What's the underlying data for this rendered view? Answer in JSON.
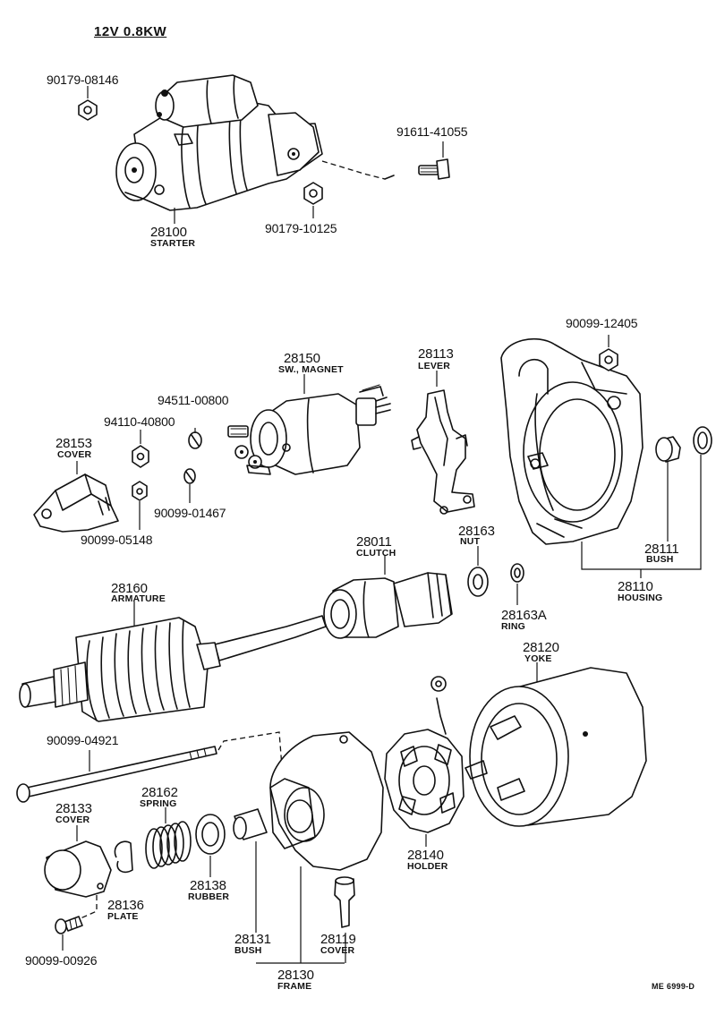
{
  "title": "12V 0.8KW",
  "footer_code": "ME 6999-D",
  "parts": {
    "p90179_08146": "90179-08146",
    "p91611_41055": "91611-41055",
    "p28100": "28100",
    "n28100": "STARTER",
    "p90179_10125": "90179-10125",
    "p90099_12405": "90099-12405",
    "p28150": "28150",
    "n28150": "SW., MAGNET",
    "p28113": "28113",
    "n28113": "LEVER",
    "p94511_00800": "94511-00800",
    "p94110_40800": "94110-40800",
    "p28153": "28153",
    "n28153": "COVER",
    "p90099_01467": "90099-01467",
    "p90099_05148": "90099-05148",
    "p28163": "28163",
    "n28163": "NUT",
    "p28011": "28011",
    "n28011": "CLUTCH",
    "p28111": "28111",
    "n28111": "BUSH",
    "p28110": "28110",
    "n28110": "HOUSING",
    "p28160": "28160",
    "n28160": "ARMATURE",
    "p28163A": "28163A",
    "n28163A": "RING",
    "p28120": "28120",
    "n28120": "YOKE",
    "p90099_04921": "90099-04921",
    "p28162": "28162",
    "n28162": "SPRING",
    "p28133": "28133",
    "n28133": "COVER",
    "p28138": "28138",
    "n28138": "RUBBER",
    "p28140": "28140",
    "n28140": "HOLDER",
    "p28136": "28136",
    "n28136": "PLATE",
    "p28131": "28131",
    "n28131": "BUSH",
    "p28119": "28119",
    "n28119": "COVER",
    "p90099_00926": "90099-00926",
    "p28130": "28130",
    "n28130": "FRAME"
  }
}
